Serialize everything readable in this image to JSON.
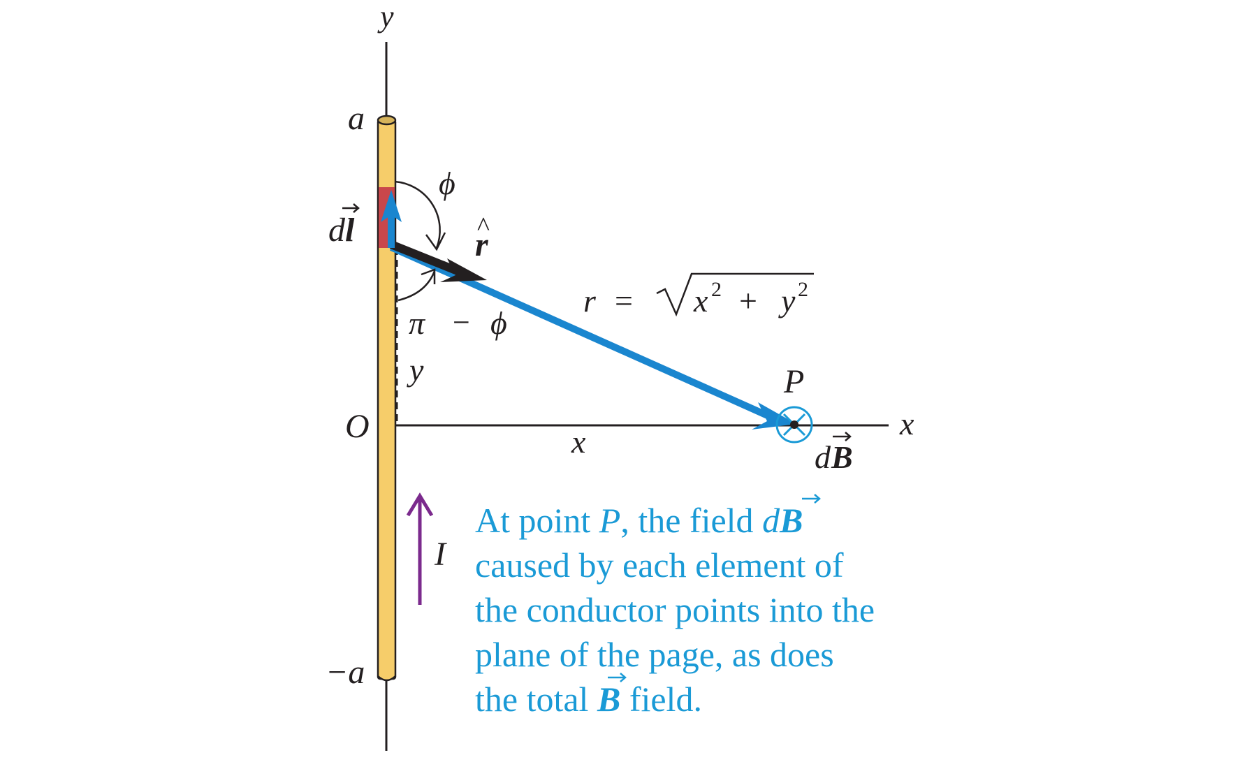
{
  "colors": {
    "conductor": "#f6cd6a",
    "element": "#c9474b",
    "vector": "#1a86cf",
    "unit_vector": "#231f20",
    "current_arrow": "#7b2a8d",
    "caption": "#1a9ad6",
    "axis": "#231f20"
  },
  "axes": {
    "y_label": "y",
    "x_label": "x",
    "origin_label": "O"
  },
  "conductor": {
    "top_label": "a",
    "bottom_label": "−a",
    "element_label_d": "d",
    "element_label_l": "l",
    "current_label": "I"
  },
  "angles": {
    "phi": "ϕ",
    "pi_minus_phi_pi": "π",
    "pi_minus_phi_minus": "−",
    "pi_minus_phi_phi": "ϕ"
  },
  "vectors": {
    "r_hat": "r",
    "r_eq_lhs": "r",
    "r_eq_equals": "=",
    "r_eq_x": "x",
    "r_eq_plus": "+",
    "r_eq_y": "y",
    "r_eq_exp": "2",
    "y_segment": "y",
    "x_segment": "x"
  },
  "point": {
    "label": "P",
    "field_d": "d",
    "field_B": "B"
  },
  "caption": {
    "line1_a": "At point ",
    "line1_P": "P",
    "line1_b": ", the field ",
    "line1_d": "d",
    "line1_B": "B",
    "line2": "caused by each element of",
    "line3": "the conductor points into the",
    "line4": "plane of the page, as does",
    "line5_a": "the total ",
    "line5_B": "B",
    "line5_b": " field."
  }
}
